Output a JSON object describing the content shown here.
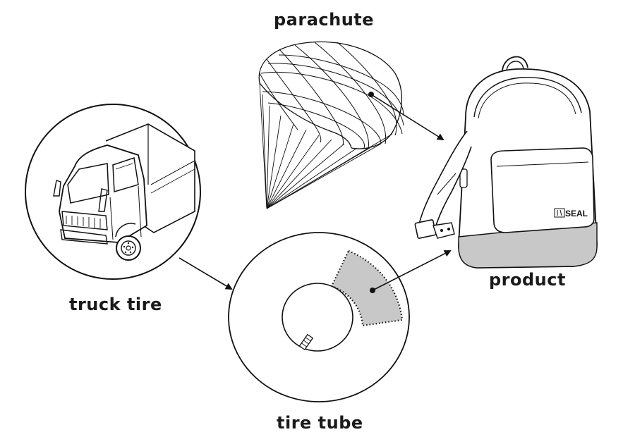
{
  "labels": {
    "parachute": "parachute",
    "truck_tire": "truck tire",
    "product": "product",
    "tire_tube": "tire tube"
  },
  "brand": {
    "logo_text": "SEAL"
  },
  "colors": {
    "line": "#111111",
    "highlight_fill": "#c8c8c8",
    "background": "#ffffff"
  },
  "flow": [
    {
      "from": "parachute",
      "to": "product"
    },
    {
      "from": "truck tire",
      "to": "tire tube"
    },
    {
      "from": "tire tube",
      "to": "product"
    }
  ]
}
